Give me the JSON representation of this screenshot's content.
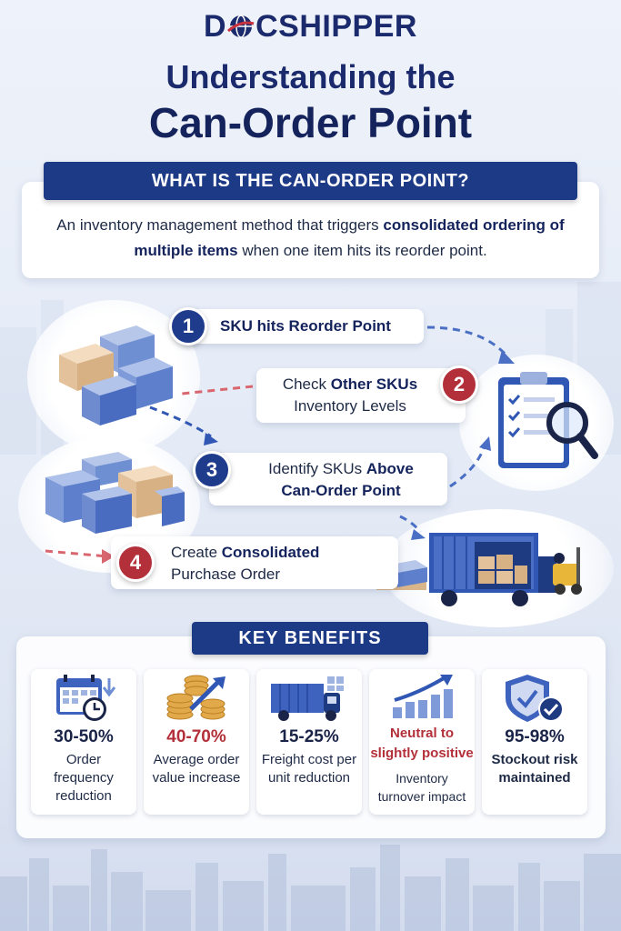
{
  "logo": {
    "left": "D",
    "right": "CSHIPPER"
  },
  "title": {
    "line1": "Understanding the",
    "line2": "Can-Order Point"
  },
  "definition": {
    "heading": "WHAT IS THE CAN-ORDER POINT?",
    "text_part1": "An inventory management method that triggers ",
    "text_bold": "consolidated ordering of multiple items",
    "text_part2": " when one item hits its reorder point."
  },
  "steps": [
    {
      "number": "1",
      "bold": "SKU hits Reorder Point"
    },
    {
      "number": "2",
      "prefix": "Check ",
      "bold": "Other SKUs",
      "line2": "Inventory Levels"
    },
    {
      "number": "3",
      "prefix": "Identify SKUs ",
      "bold": "Above",
      "line2": "Can-Order Point"
    },
    {
      "number": "4",
      "prefix": "Create ",
      "bold": "Consolidated",
      "line2": "Purchase Order"
    }
  ],
  "benefits": {
    "heading": "KEY BENEFITS",
    "items": [
      {
        "icon": "calendar-clock-icon",
        "value": "30-50%",
        "label": "Order frequency reduction"
      },
      {
        "icon": "coins-arrow-icon",
        "value": "40-70%",
        "label": "Average order value increase"
      },
      {
        "icon": "truck-icon",
        "value": "15-25%",
        "label": "Freight cost per unit reduction"
      },
      {
        "icon": "rising-chart-icon",
        "value_line1": "Neutral to",
        "value_line2": "slightly positive",
        "label": "Inventory turnover impact"
      },
      {
        "icon": "shield-check-icon",
        "value": "95-98%",
        "label": "Stockout risk maintained"
      }
    ]
  },
  "colors": {
    "navy": "#1d3a86",
    "red": "#b3303a",
    "text": "#1e2a45"
  }
}
